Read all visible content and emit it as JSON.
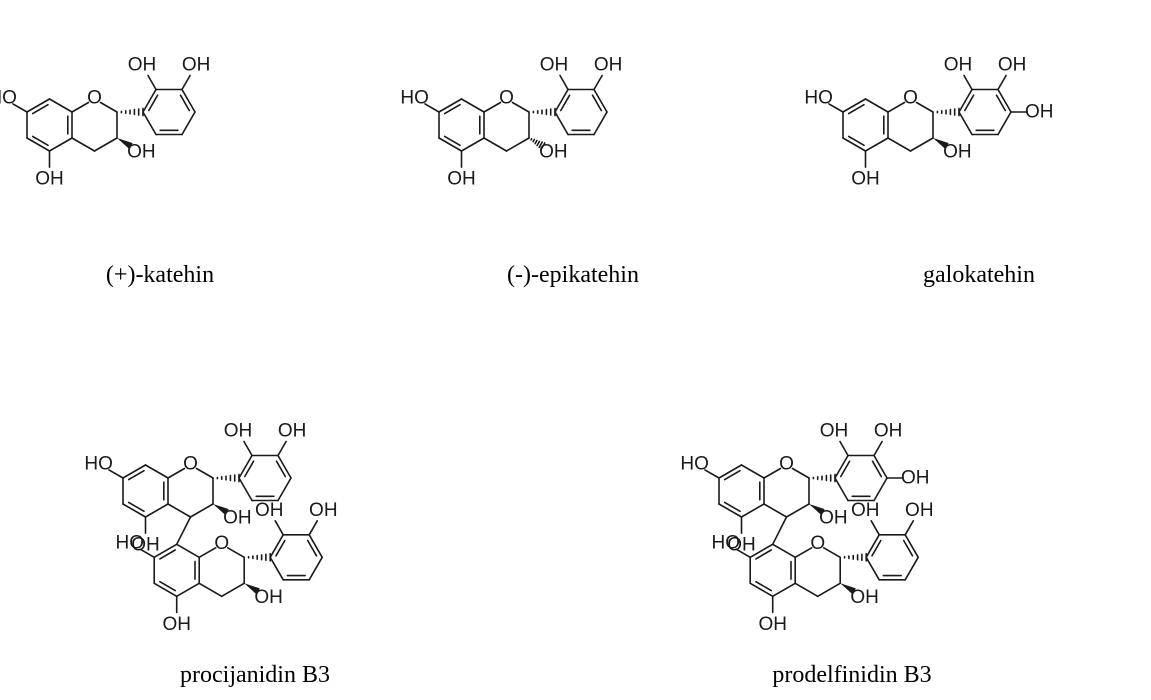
{
  "molecules": [
    {
      "id": "catechin",
      "caption": "(+)-katehin",
      "units": [
        {
          "oh3": "OH",
          "b_ring": [
            "OH",
            "OH"
          ],
          "a_ring": [
            "HO",
            "OH"
          ]
        }
      ]
    },
    {
      "id": "epicatechin",
      "caption": "(-)-epikatehin",
      "units": [
        {
          "oh3": "OH",
          "b_ring": [
            "OH",
            "OH"
          ],
          "a_ring": [
            "HO",
            "OH"
          ]
        }
      ]
    },
    {
      "id": "gallocatechin",
      "caption": "galokatehin",
      "units": [
        {
          "oh3": "OH",
          "b_ring": [
            "OH",
            "OH",
            "OH"
          ],
          "a_ring": [
            "HO",
            "OH"
          ]
        }
      ]
    },
    {
      "id": "procyanidin-b3",
      "caption": "procijanidin B3",
      "units": [
        {
          "oh3": "OH",
          "b_ring": [
            "OH",
            "OH"
          ],
          "a_ring": [
            "HO",
            "OH"
          ]
        },
        {
          "oh3": "OH",
          "b_ring": [
            "OH",
            "OH"
          ],
          "a_ring": [
            "HO",
            "OH"
          ]
        }
      ]
    },
    {
      "id": "prodelphinidin-b3",
      "caption": "prodelfinidin B3",
      "units": [
        {
          "oh3": "OH",
          "b_ring": [
            "OH",
            "OH",
            "OH"
          ],
          "a_ring": [
            "HO",
            "OH"
          ]
        },
        {
          "oh3": "OH",
          "b_ring": [
            "OH",
            "OH"
          ],
          "a_ring": [
            "HO",
            "OH"
          ]
        }
      ]
    }
  ],
  "ring_oxygen": "O",
  "colors": {
    "line": "#1a1a1a",
    "caption": "#000000"
  }
}
